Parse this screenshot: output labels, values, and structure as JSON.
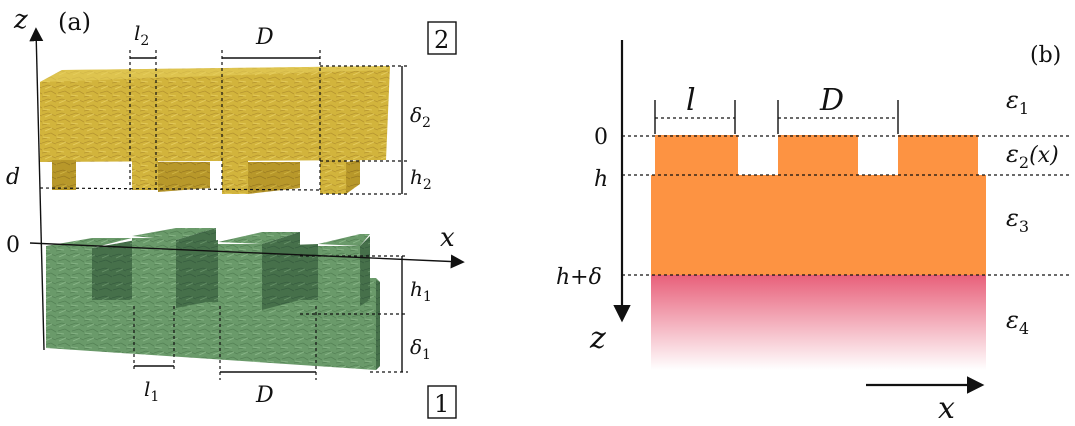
{
  "panel_a": {
    "label": "(a)",
    "axis_z": "z",
    "axis_x": "x",
    "tick_d": "d",
    "tick_0": "0",
    "l2": "l",
    "l2_sub": "2",
    "D_top": "D",
    "delta2": "δ",
    "delta2_sub": "2",
    "h2": "h",
    "h2_sub": "2",
    "h1": "h",
    "h1_sub": "1",
    "delta1": "δ",
    "delta1_sub": "1",
    "l1": "l",
    "l1_sub": "1",
    "D_bottom": "D",
    "box_top": "2",
    "box_bottom": "1",
    "colors": {
      "upper_grating": "#d4b53a",
      "lower_grating": "#5d8a5e"
    }
  },
  "panel_b": {
    "label": "(b)",
    "axis_z": "z",
    "axis_x": "x",
    "tick_0": "0",
    "tick_h": "h",
    "tick_hd": "h+δ",
    "l": "l",
    "D": "D",
    "eps": "ε",
    "eps1_sub": "1",
    "eps2_sub": "2",
    "eps2_arg": "(x)",
    "eps3_sub": "3",
    "eps4_sub": "4",
    "colors": {
      "slab": "#fd9342",
      "substrate_top": "#e8607a"
    }
  }
}
